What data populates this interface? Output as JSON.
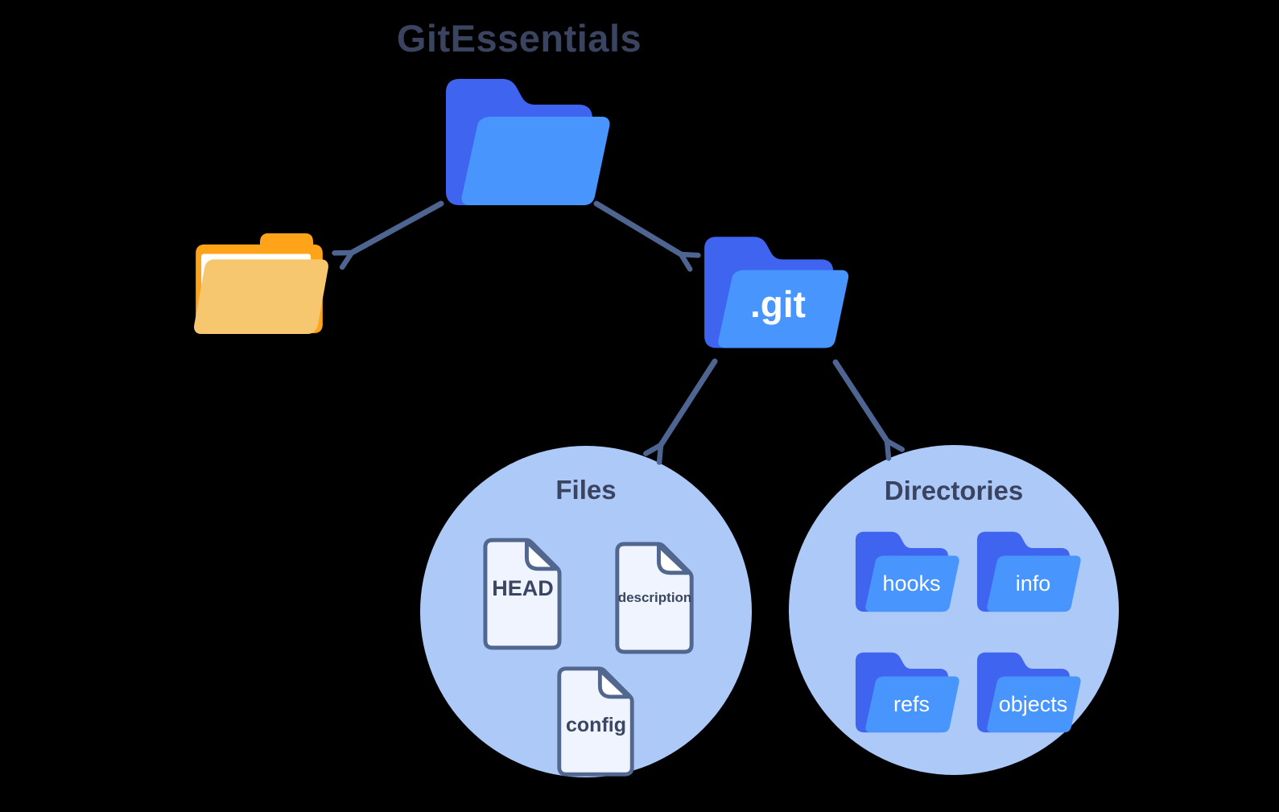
{
  "title": "GitEssentials",
  "root_folder": {
    "icon": "open-folder-icon"
  },
  "working_folder": {
    "icon": "open-folder-icon-yellow"
  },
  "git_folder": {
    "label": ".git",
    "icon": "open-folder-icon"
  },
  "files_group": {
    "title": "Files",
    "items": [
      {
        "label": "HEAD",
        "icon": "document-icon"
      },
      {
        "label": "description",
        "icon": "document-icon"
      },
      {
        "label": "config",
        "icon": "document-icon"
      }
    ]
  },
  "directories_group": {
    "title": "Directories",
    "items": [
      {
        "label": "hooks",
        "icon": "folder-icon"
      },
      {
        "label": "info",
        "icon": "folder-icon"
      },
      {
        "label": "refs",
        "icon": "folder-icon"
      },
      {
        "label": "objects",
        "icon": "folder-icon"
      }
    ]
  },
  "connections": [
    {
      "from": "root-folder",
      "to": "working-folder"
    },
    {
      "from": "root-folder",
      "to": "git-folder"
    },
    {
      "from": "git-folder",
      "to": "files-group"
    },
    {
      "from": "git-folder",
      "to": "directories-group"
    }
  ],
  "colors": {
    "background": "#000000",
    "title_text": "#3A4460",
    "arrow": "#4D6590",
    "folder_back": "#3E64F0",
    "folder_front": "#4795FD",
    "yellow_back": "#FFA418",
    "yellow_front": "#F6C76F",
    "paper": "#FFFFFF",
    "circle_fill": "#ADC9F8",
    "doc_fill": "#EFF4FE",
    "doc_border": "#51678F",
    "doc_text": "#3A4663",
    "label_white": "#FFFFFF"
  }
}
